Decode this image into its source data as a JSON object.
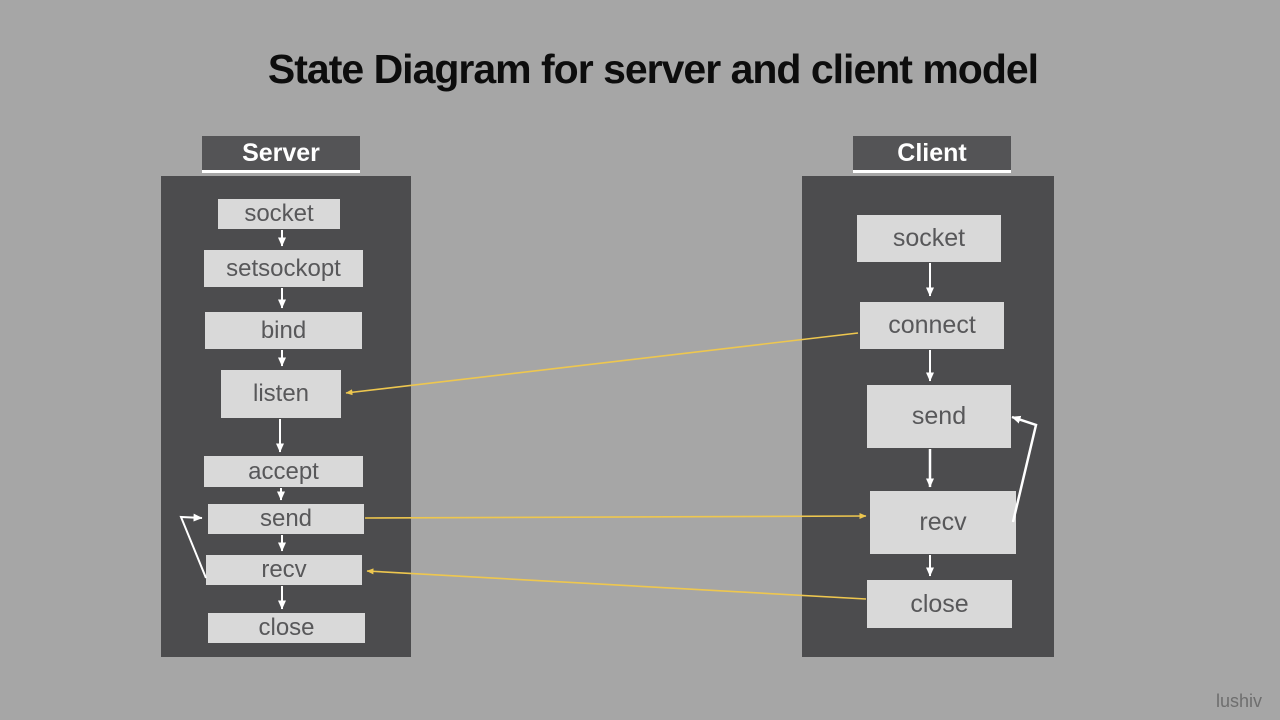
{
  "title": "State Diagram for server and client model",
  "watermark": "lushiv",
  "colors": {
    "background": "#a6a6a6",
    "panel": "#4c4c4e",
    "header_bar": "#545456",
    "header_underline": "#ffffff",
    "state_box_bg": "#d9d9d9",
    "state_box_text": "#58585a",
    "title_text": "#0d0d0d",
    "arrow_white": "#ffffff",
    "arrow_yellow": "#eec74f",
    "watermark_text": "#6e6e6e"
  },
  "server": {
    "header": "Server",
    "boxes": [
      {
        "label": "socket"
      },
      {
        "label": "setsockopt"
      },
      {
        "label": "bind"
      },
      {
        "label": "listen"
      },
      {
        "label": "accept"
      },
      {
        "label": "send"
      },
      {
        "label": "recv"
      },
      {
        "label": "close"
      }
    ],
    "flow": "socket > setsockopt > bind > listen > accept > send > recv > close",
    "loop": {
      "from": "recv",
      "to": "send"
    }
  },
  "client": {
    "header": "Client",
    "boxes": [
      {
        "label": "socket"
      },
      {
        "label": "connect"
      },
      {
        "label": "send"
      },
      {
        "label": "recv"
      },
      {
        "label": "close"
      }
    ],
    "flow": "socket > connect > send > recv > close",
    "loop": {
      "from": "recv",
      "to": "send"
    }
  },
  "cross_connections": [
    {
      "from": "client.connect",
      "to": "server.listen",
      "color": "#eec74f"
    },
    {
      "from": "server.send",
      "to": "client.recv",
      "color": "#eec74f"
    },
    {
      "from": "client.close",
      "to": "server.recv",
      "color": "#eec74f"
    }
  ]
}
